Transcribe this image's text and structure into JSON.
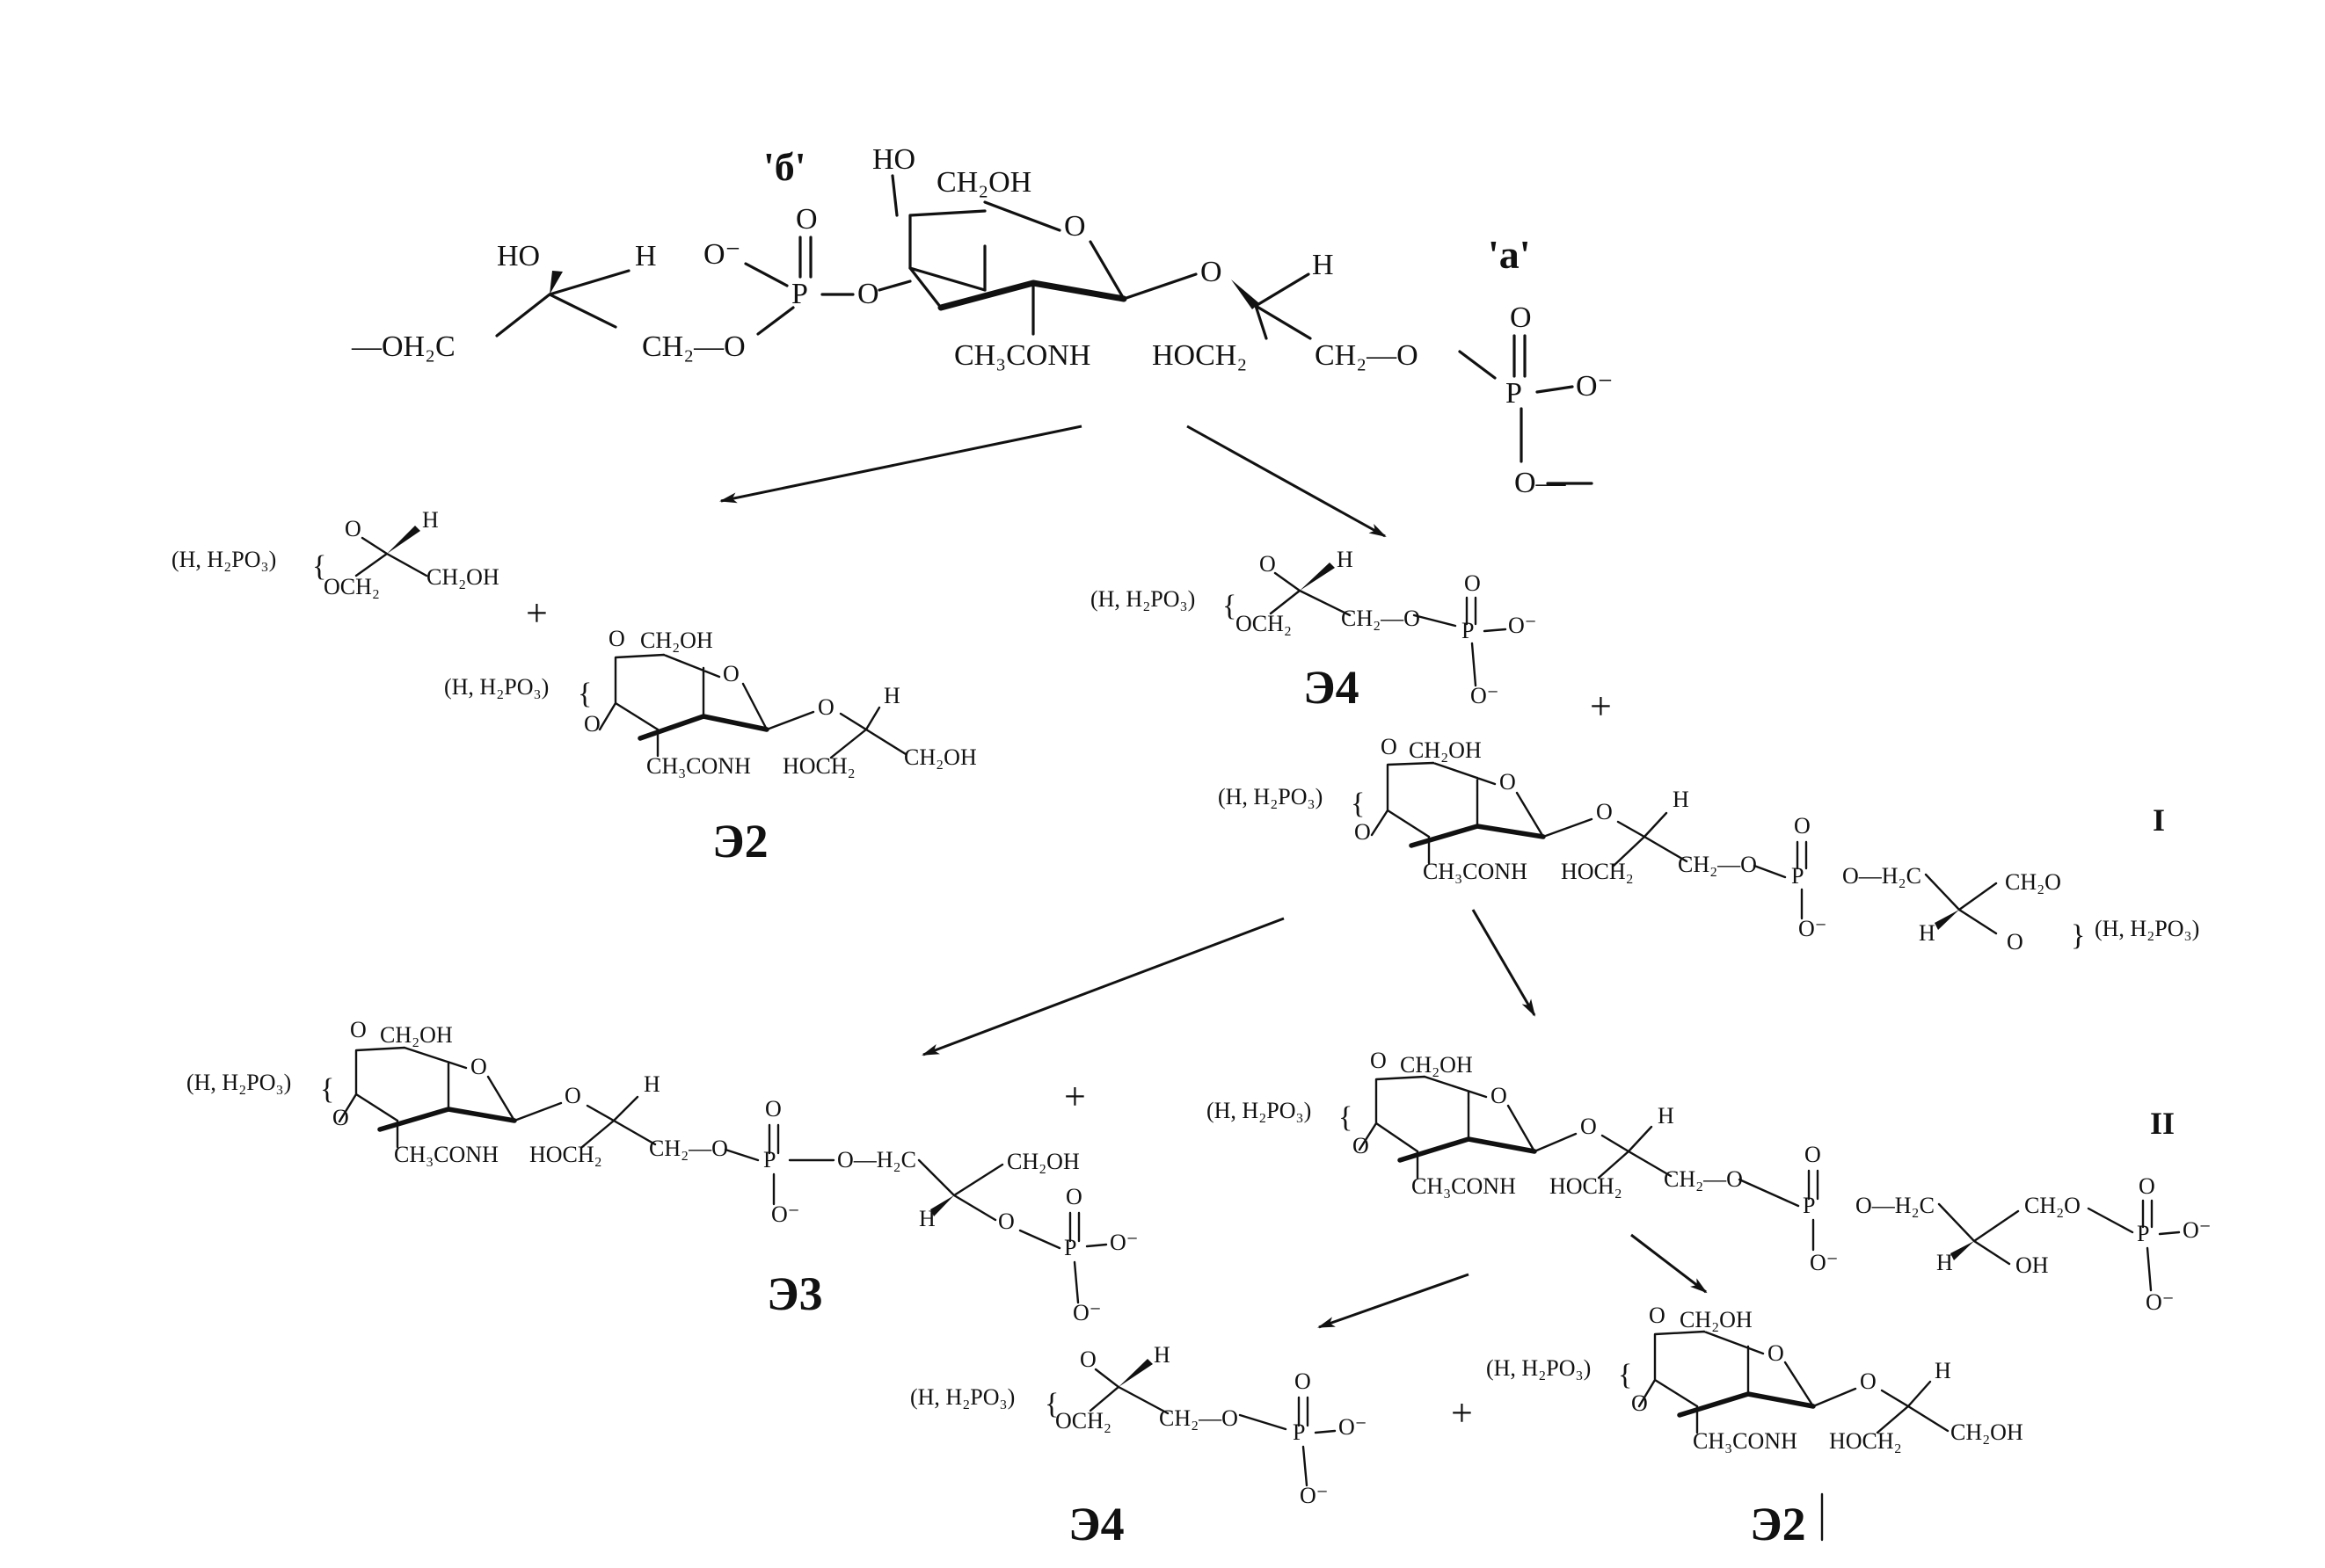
{
  "diagram": {
    "markers": {
      "b_prime": "'б'",
      "a_prime": "'а'"
    },
    "start": {
      "ho": "HO",
      "ch2oh": "CH₂OH",
      "o_anion": "O⁻",
      "o_dbl": "O",
      "p": "P",
      "o": "O",
      "ring_o": "O",
      "h": "H",
      "ho_left": "HO",
      "och2_left": "—OH₂C",
      "ch2o": "CH₂—O",
      "acnh": "CH₃CONH",
      "hoch2": "HOCH₂",
      "ch2o_right": "CH₂—O",
      "o_minus_right": "O⁻",
      "o_chain": "O—"
    },
    "prefix": "(H, H₂PO₃)",
    "e2_top": {
      "o": "O",
      "h": "H",
      "och2": "OCH₂",
      "ch2oh": "CH₂OH",
      "plus": "+",
      "ring": {
        "o_sub": "O",
        "ch2oh": "CH₂OH",
        "o_ring": "O",
        "o_gly": "O",
        "h": "H",
        "acnh": "CH₃CONH",
        "hoch2": "HOCH₂",
        "ch2oh_tail": "CH₂OH",
        "o_lower": "O"
      },
      "label": "Э2"
    },
    "e4_top": {
      "o": "O",
      "h": "H",
      "och2": "OCH₂",
      "ch2o": "CH₂—O",
      "o_dbl": "O",
      "p": "P",
      "o_minus": "O⁻",
      "o_bottom": "O⁻",
      "label": "Э4",
      "plus": "+"
    },
    "compound_I": {
      "ring": {
        "o_sub": "O",
        "ch2oh": "CH₂OH",
        "o_ring": "O",
        "o_gly": "O",
        "h": "H",
        "acnh": "CH₃CONH",
        "hoch2": "HOCH₂",
        "o_lower": "O"
      },
      "ch2o": "CH₂—O",
      "o_dbl": "O",
      "p": "P",
      "o_minus": "O⁻",
      "oh2c": "O—H₂C",
      "ch2o_end": "CH₂O",
      "h": "H",
      "o_bridge": "O",
      "suffix": "(H, H₂PO₃)",
      "label": "I"
    },
    "e3": {
      "ring": {
        "o_sub": "O",
        "ch2oh": "CH₂OH",
        "o_ring": "O",
        "o_gly": "O",
        "h": "H",
        "acnh": "CH₃CONH",
        "hoch2": "HOCH₂",
        "o_lower": "O"
      },
      "ch2o": "CH₂—O",
      "o_dbl": "O",
      "p": "P",
      "o_minus": "O⁻",
      "oh2c": "O—H₂C",
      "ch2oh": "CH₂OH",
      "h": "H",
      "o_link": "O",
      "o_dbl2": "O",
      "p2": "P",
      "o_minus2": "O⁻",
      "o_bottom2": "O⁻",
      "plus": "+",
      "label": "Э3"
    },
    "compound_II": {
      "ring": {
        "o_sub": "O",
        "ch2oh": "CH₂OH",
        "o_ring": "O",
        "o_gly": "O",
        "h": "H",
        "acnh": "CH₃CONH",
        "hoch2": "HOCH₂",
        "o_lower": "O"
      },
      "ch2o": "CH₂—O",
      "o_dbl": "O",
      "p": "P",
      "o_minus": "O⁻",
      "oh2c": "O—H₂C",
      "ch2o_end": "CH₂O",
      "h": "H",
      "oh": "OH",
      "o_dbl2": "O",
      "p2": "P",
      "o_minus2": "O⁻",
      "o_bottom2": "O⁻",
      "label": "II"
    },
    "e4_bottom": {
      "o": "O",
      "h": "H",
      "och2": "OCH₂",
      "ch2o": "CH₂—O",
      "o_dbl": "O",
      "p": "P",
      "o_minus": "O⁻",
      "o_bottom": "O⁻",
      "label": "Э4",
      "plus": "+"
    },
    "e2_bottom": {
      "ring": {
        "o_sub": "O",
        "ch2oh": "CH₂OH",
        "o_ring": "O",
        "o_gly": "O",
        "h": "H",
        "acnh": "CH₃CONH",
        "hoch2": "HOCH₂",
        "ch2oh_tail": "CH₂OH",
        "o_lower": "O"
      },
      "label": "Э2"
    }
  }
}
